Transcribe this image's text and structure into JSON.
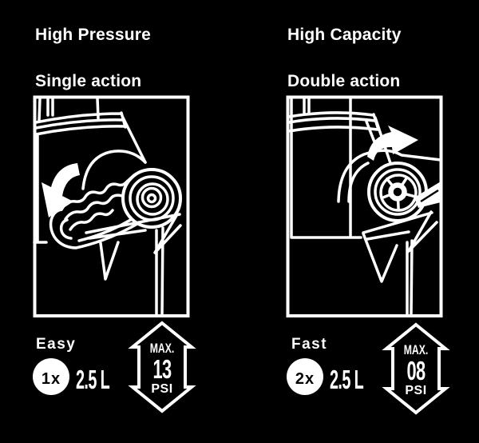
{
  "colors": {
    "background": "#000000",
    "foreground": "#ffffff"
  },
  "icons": {
    "left_arrow": "press-down-curved-arrow",
    "right_arrow": "twist-clockwise-curved-arrow",
    "pressure_badge": "double-ended-vertical-arrow-diamond",
    "strokes_badge": "filled-circle"
  },
  "panels": [
    {
      "id": "high_pressure",
      "title_line1": "High Pressure",
      "title_line2": "Single action",
      "effort_label": "Easy",
      "strokes_label": "1x",
      "volume_label": "2.5 L",
      "pressure": {
        "prefix": "MAX.",
        "value": "13",
        "unit": "PSI"
      }
    },
    {
      "id": "high_capacity",
      "title_line1": "High Capacity",
      "title_line2": "Double action",
      "effort_label": "Fast",
      "strokes_label": "2x",
      "volume_label": "2.5 L",
      "pressure": {
        "prefix": "MAX.",
        "value": "08",
        "unit": "PSI"
      }
    }
  ]
}
